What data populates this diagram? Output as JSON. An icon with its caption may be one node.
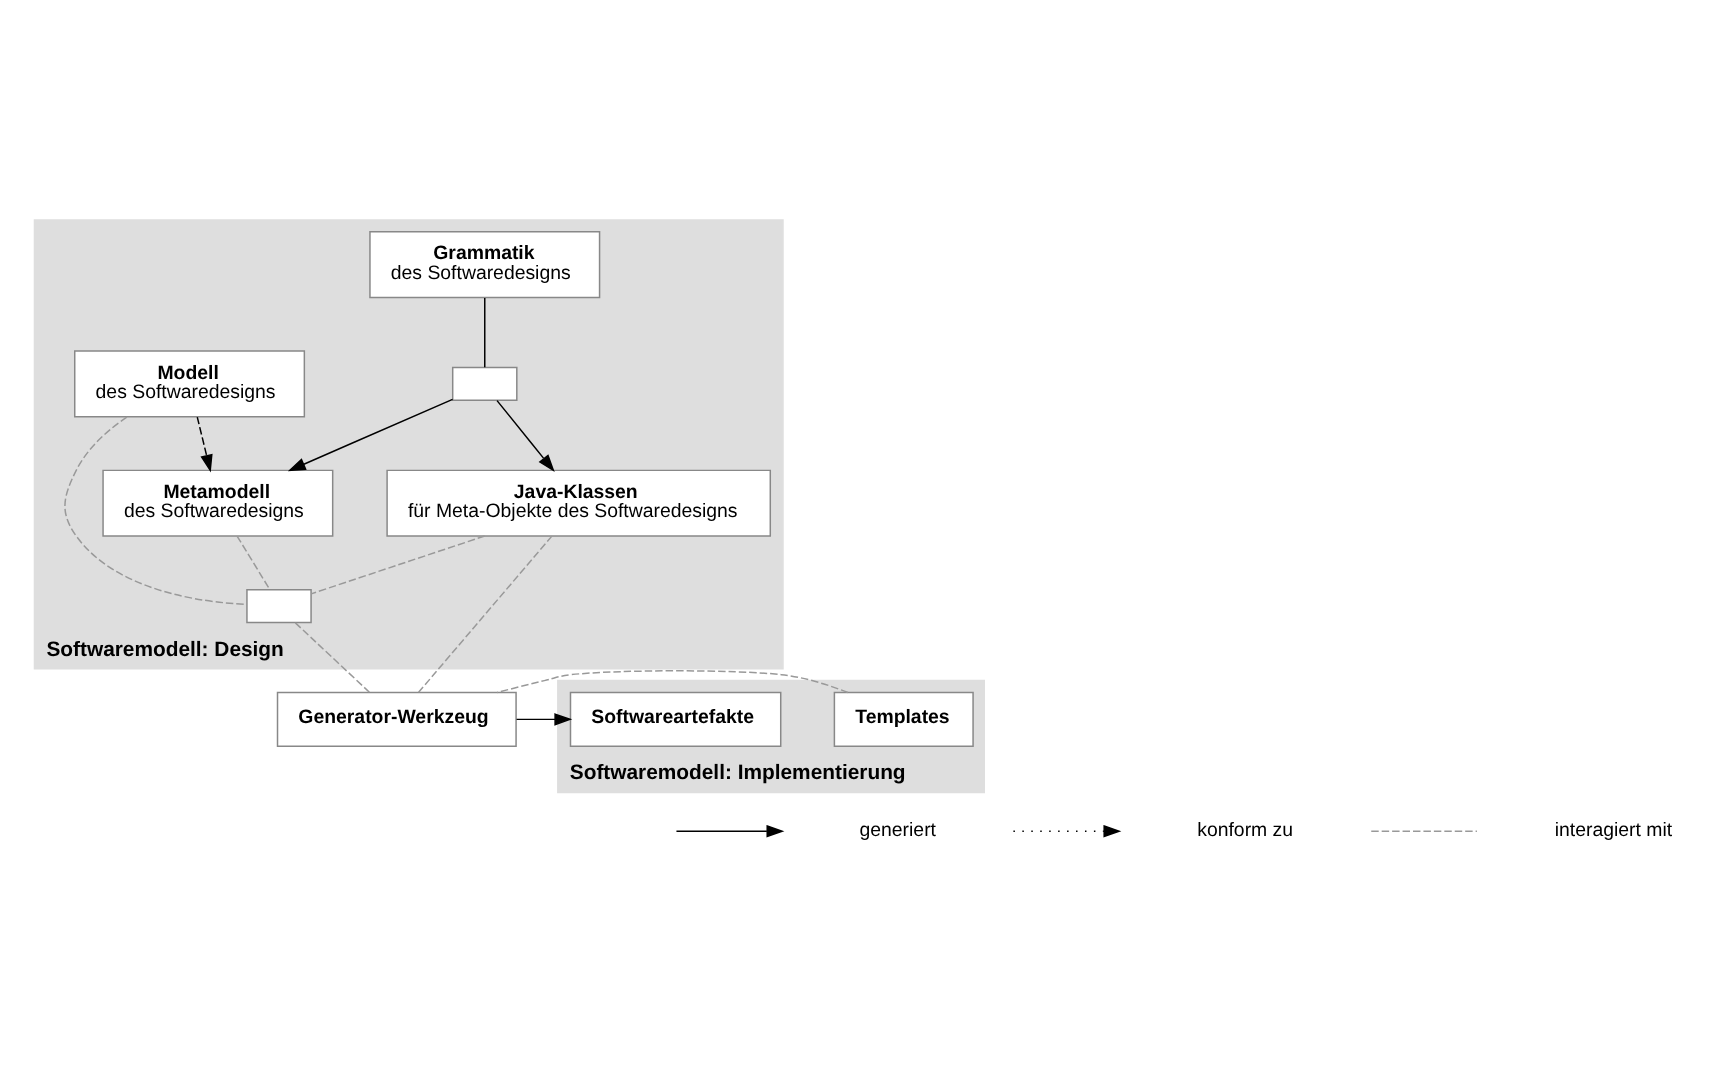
{
  "diagram": {
    "nodes": [
      {
        "text": [
          "Softwaremodell: Design"
        ]
      },
      {
        "text": [
          "Grammatik",
          "des Softwaredesigns"
        ],
        "in": 0
      },
      {
        "text": [],
        "shape": "box",
        "in": 0
      },
      {
        "text": [
          "Metamodell",
          "des Softwaredesigns"
        ],
        "in": 0
      },
      {
        "text": [
          "Modell",
          "des Softwaredesigns"
        ],
        "in": 0
      },
      {
        "text": [
          "Java-Klassen",
          "für Meta-Objekte des Softwaredesigns"
        ],
        "in": 0
      },
      {
        "text": [],
        "shape": "box",
        "in": 0
      },
      {
        "text": [
          "Softwaremodell: Implementierung"
        ]
      },
      {
        "text": [
          "Generator-Werkzeug"
        ]
      },
      {
        "text": [
          "Templates"
        ],
        "in": 7
      },
      {
        "text": [
          "Softwareartefakte"
        ],
        "in": 7
      }
    ],
    "edges": [
      {
        "from": 1,
        "to": 2,
        "arrow": "none",
        "color": "#000000"
      },
      {
        "from": 2,
        "to": 3,
        "arrow": "to",
        "color": "#000000"
      },
      {
        "from": 2,
        "to": 5,
        "arrow": "to",
        "color": "#000000"
      },
      {
        "from": 4,
        "to": 3,
        "arrow": "to",
        "style": "dashed",
        "color": "#000000"
      },
      {
        "from": 3,
        "to": 6,
        "arrow": "none",
        "style": "dashed"
      },
      {
        "from": 5,
        "to": 6,
        "arrow": "none",
        "style": "dashed"
      },
      {
        "from": 4,
        "to": 6,
        "arrow": "none",
        "style": "dashed"
      },
      {
        "from": 6,
        "to": 8,
        "arrow": "none",
        "style": "dashed"
      },
      {
        "from": 5,
        "to": 8,
        "arrow": "none",
        "style": "dashed"
      },
      {
        "from": 9,
        "to": 8,
        "arrow": "none",
        "style": "dashed"
      },
      {
        "from": 8,
        "to": 10,
        "arrow": "to",
        "color": "#000000"
      }
    ],
    "legend": [
      {
        "text": "generiert"
      },
      {
        "text": "konform zu"
      },
      {
        "text": "interagiert mit"
      }
    ]
  }
}
